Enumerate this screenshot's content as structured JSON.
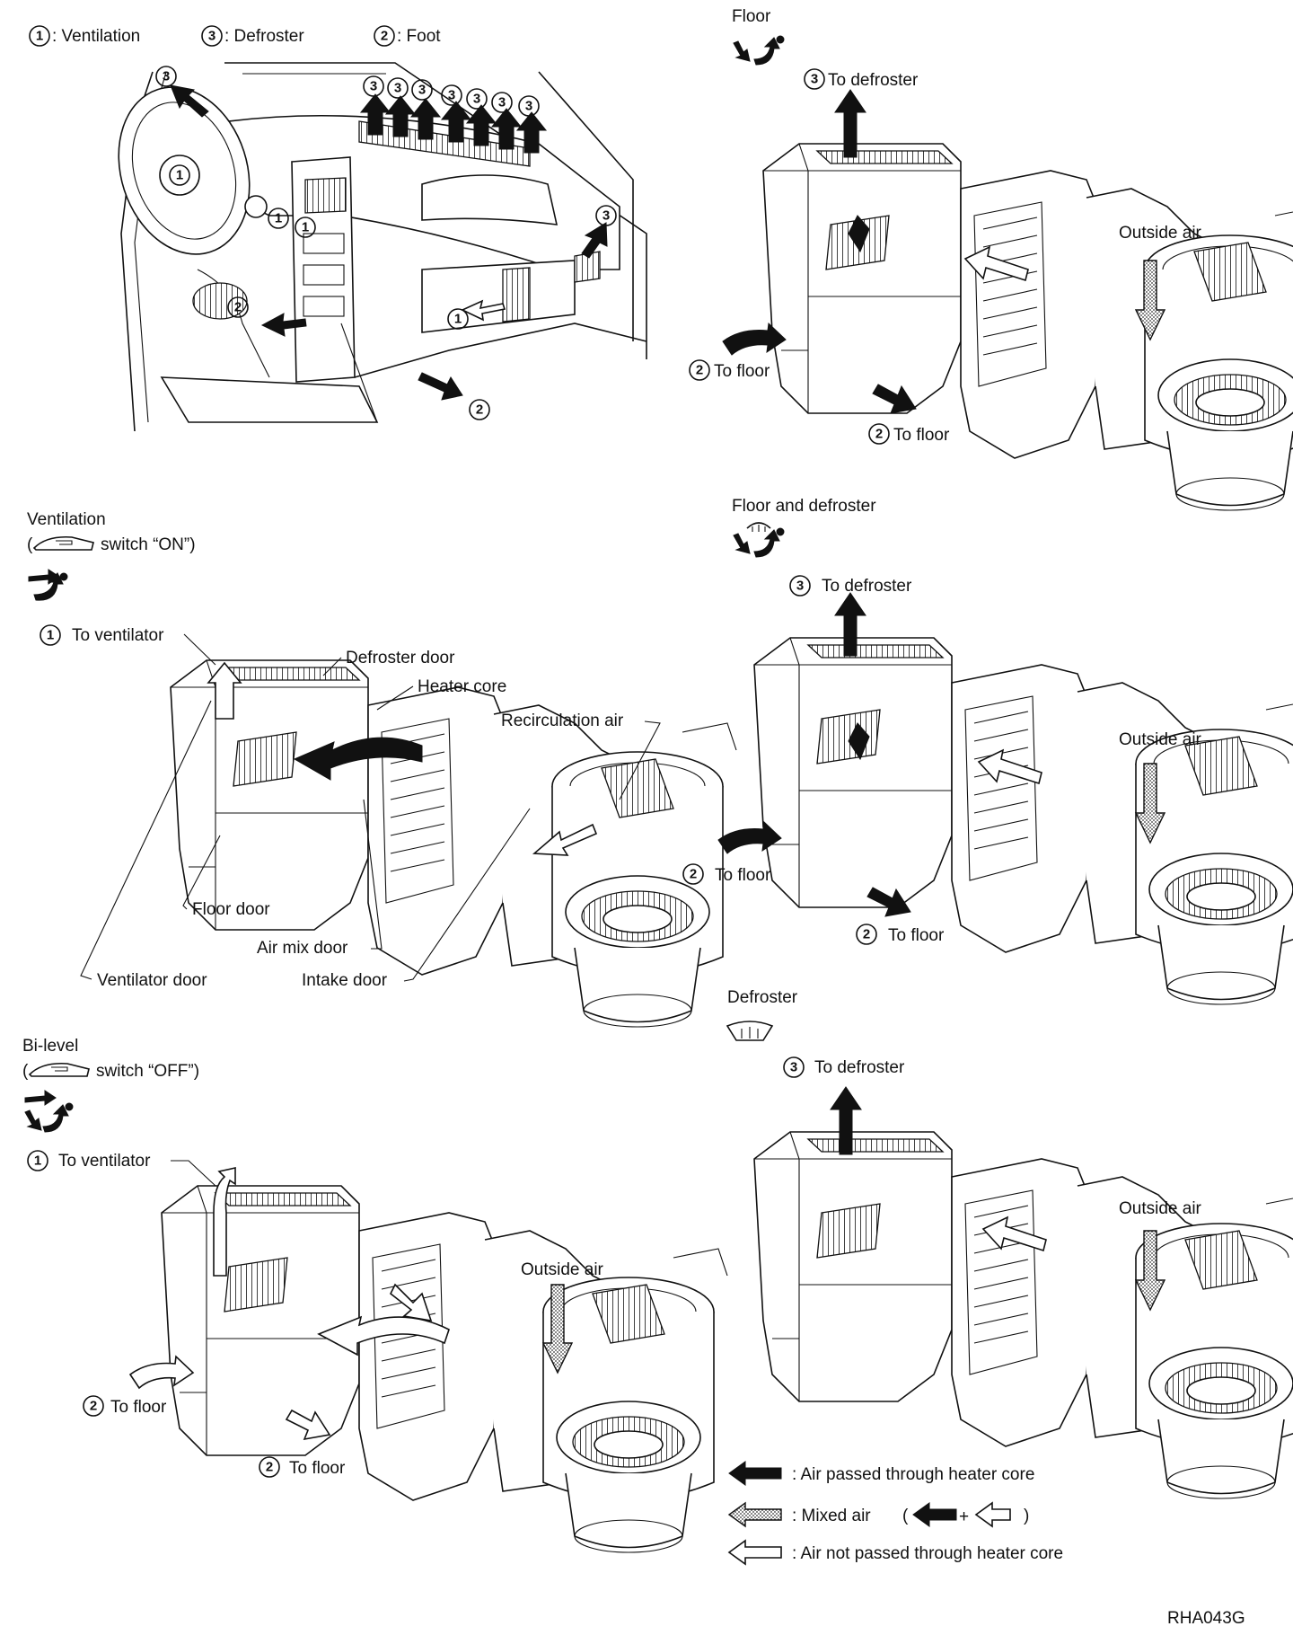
{
  "key": {
    "v": {
      "num": "1",
      "label": ": Ventilation"
    },
    "d": {
      "num": "3",
      "label": ": Defroster"
    },
    "f": {
      "num": "2",
      "label": ": Foot"
    }
  },
  "marks": {
    "one": "1",
    "two": "2",
    "three": "3"
  },
  "panels": {
    "ventilation": {
      "title": "Ventilation",
      "switch_line": "switch “ON”)",
      "to_ventilator": "To ventilator",
      "defroster_door": "Defroster door",
      "heater_core": "Heater core",
      "recirculation_air": "Recirculation air",
      "floor_door": "Floor door",
      "air_mix_door": "Air mix door",
      "ventilator_door": "Ventilator door",
      "intake_door": "Intake door"
    },
    "bilevel": {
      "title": "Bi-level",
      "switch_line": "switch “OFF”)",
      "to_ventilator": "To ventilator",
      "outside_air": "Outside air",
      "to_floor_a": "To floor",
      "to_floor_b": "To floor"
    },
    "floor": {
      "title": "Floor",
      "to_defroster": "To defroster",
      "outside_air": "Outside air",
      "to_floor_a": "To floor",
      "to_floor_b": "To floor"
    },
    "floor_defroster": {
      "title": "Floor and defroster",
      "to_defroster": "To defroster",
      "outside_air": "Outside air",
      "to_floor_a": "To floor",
      "to_floor_b": "To floor"
    },
    "defroster": {
      "title": "Defroster",
      "to_defroster": "To defroster",
      "outside_air": "Outside air"
    }
  },
  "legend": {
    "heater": ": Air passed through heater core",
    "mixed": ": Mixed air",
    "not_heater": ": Air not passed through heater core",
    "paren_open": "(",
    "plus": "+",
    "paren_close": ")"
  },
  "figure_code": "RHA043G"
}
